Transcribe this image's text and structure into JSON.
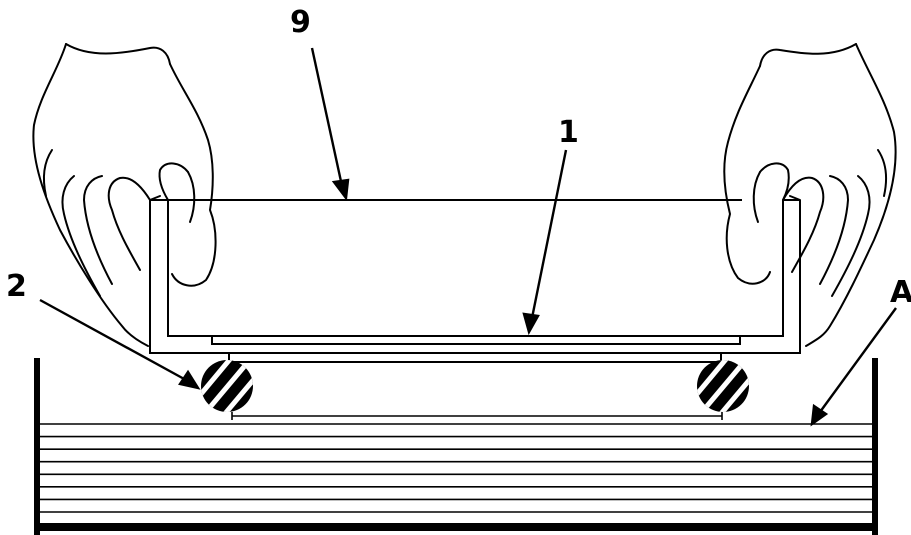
{
  "callouts": [
    {
      "id": "9",
      "label": "9"
    },
    {
      "id": "1",
      "label": "1"
    },
    {
      "id": "2",
      "label": "2"
    },
    {
      "id": "a",
      "label": "A"
    }
  ],
  "colors": {
    "line": "#000000",
    "background": "#ffffff"
  },
  "tank": {
    "bath_line_count": 8
  }
}
